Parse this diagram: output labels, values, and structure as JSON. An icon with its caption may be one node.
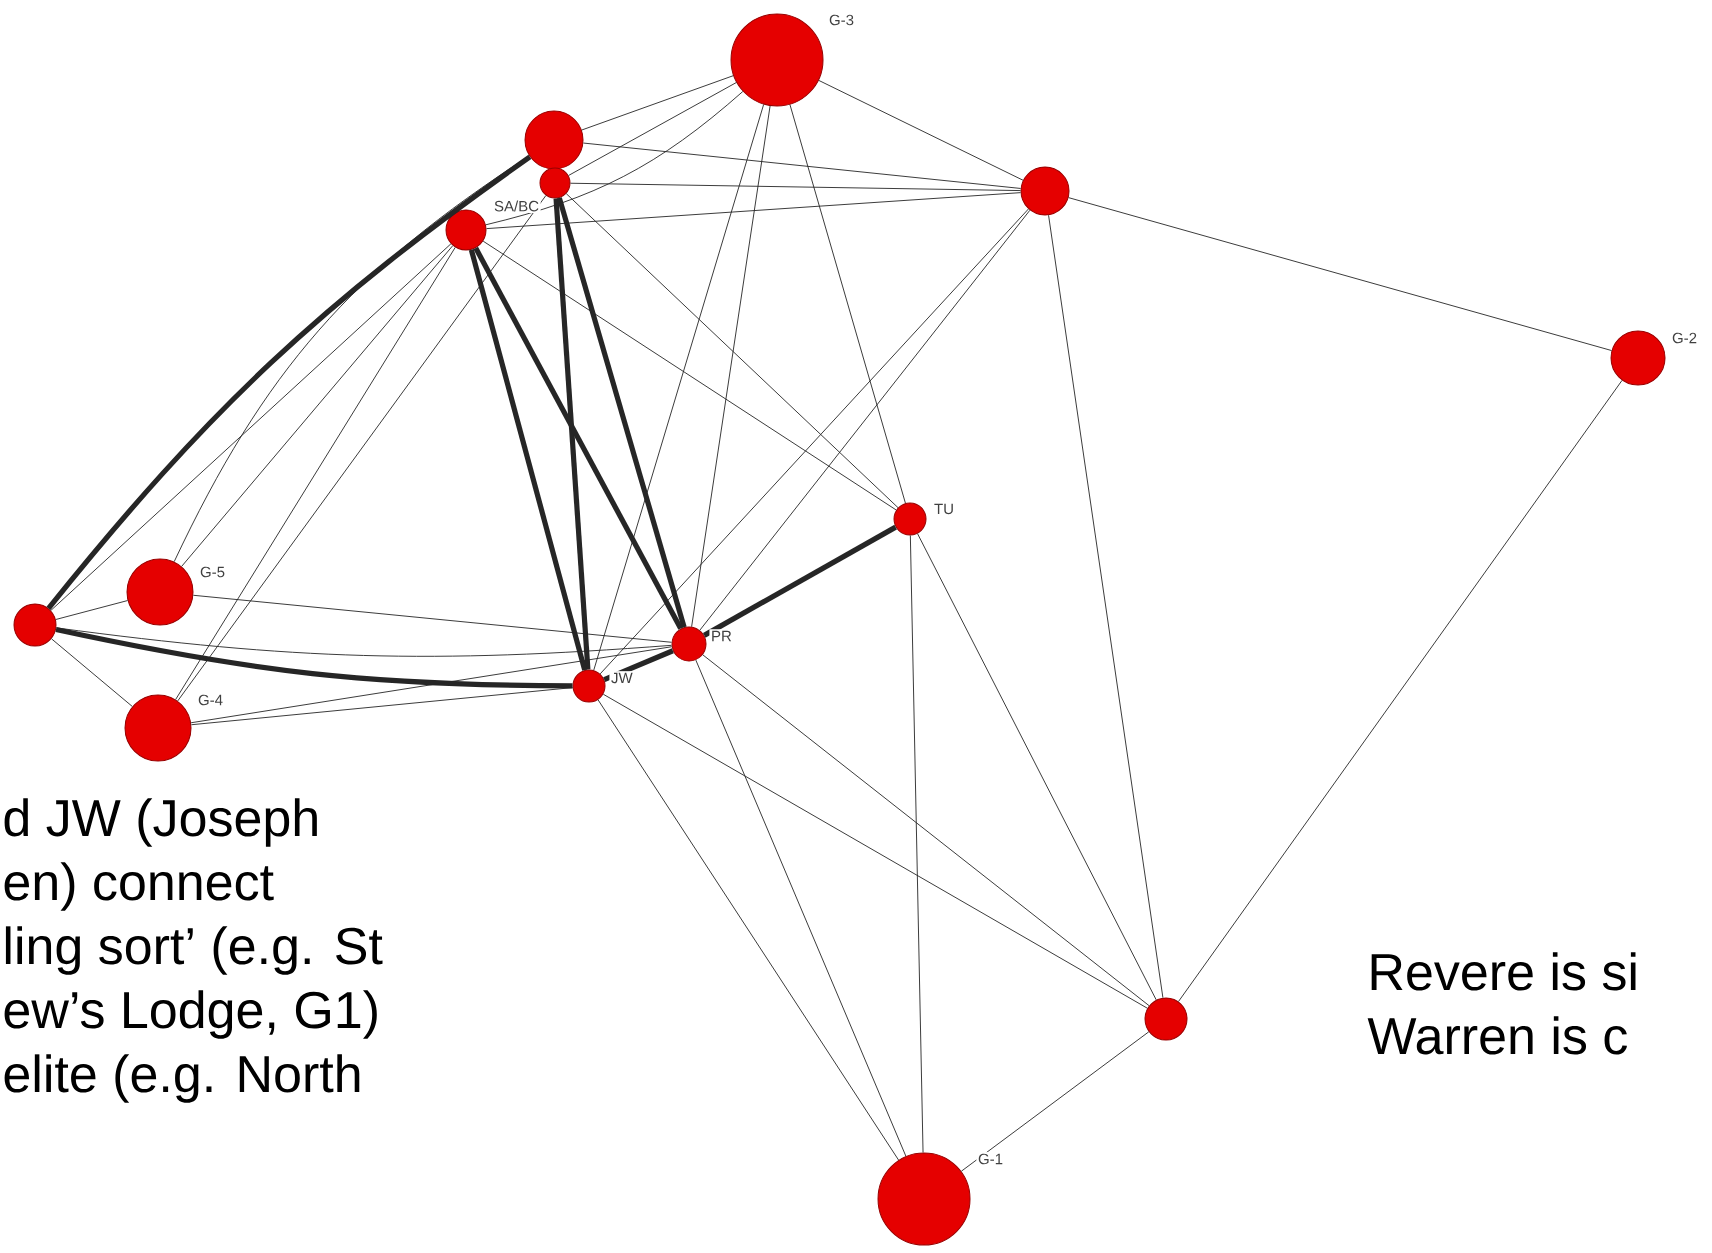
{
  "diagram": {
    "nodes": [
      {
        "text": [],
        "shape": "circle",
        "beside": [
          "G-3"
        ]
      },
      {
        "text": [],
        "shape": "circle"
      },
      {
        "text": [],
        "shape": "circle"
      },
      {
        "text": [],
        "shape": "circle",
        "beside": [
          "SA/BC"
        ]
      },
      {
        "text": [],
        "shape": "circle"
      },
      {
        "text": [],
        "shape": "circle",
        "beside": [
          "G-2"
        ]
      },
      {
        "text": [],
        "shape": "circle",
        "beside": [
          "TU"
        ]
      },
      {
        "text": [],
        "shape": "circle"
      },
      {
        "text": [],
        "shape": "circle",
        "beside": [
          "G-5"
        ]
      },
      {
        "text": [],
        "shape": "circle",
        "beside": [
          "G-4"
        ]
      },
      {
        "text": [],
        "shape": "circle",
        "beside": [
          "PR"
        ]
      },
      {
        "text": [],
        "shape": "circle",
        "beside": [
          "JW"
        ]
      },
      {
        "text": [],
        "shape": "circle"
      },
      {
        "text": [],
        "shape": "circle",
        "beside": [
          "G-1"
        ]
      }
    ],
    "edges": [
      {
        "from": 0,
        "to": 1,
        "arrow": "none"
      },
      {
        "from": 0,
        "to": 2,
        "arrow": "none"
      },
      {
        "from": 0,
        "to": 3,
        "arrow": "none"
      },
      {
        "from": 0,
        "to": 4,
        "arrow": "none"
      },
      {
        "from": 0,
        "to": 11,
        "arrow": "none"
      },
      {
        "from": 0,
        "to": 10,
        "arrow": "none"
      },
      {
        "from": 0,
        "to": 6,
        "arrow": "none"
      },
      {
        "from": 1,
        "to": 4,
        "arrow": "none"
      },
      {
        "from": 7,
        "to": 1,
        "arrow": "none",
        "style": "thick"
      },
      {
        "from": 8,
        "to": 1,
        "arrow": "none"
      },
      {
        "from": 2,
        "to": 4,
        "arrow": "none"
      },
      {
        "from": 2,
        "to": 11,
        "arrow": "none",
        "style": "thick"
      },
      {
        "from": 2,
        "to": 10,
        "arrow": "none",
        "style": "thick"
      },
      {
        "from": 2,
        "to": 6,
        "arrow": "none"
      },
      {
        "from": 9,
        "to": 2,
        "arrow": "none"
      },
      {
        "from": 3,
        "to": 11,
        "arrow": "none",
        "style": "thick"
      },
      {
        "from": 3,
        "to": 10,
        "arrow": "none",
        "style": "thick"
      },
      {
        "from": 3,
        "to": 4,
        "arrow": "none"
      },
      {
        "from": 3,
        "to": 7,
        "arrow": "none"
      },
      {
        "from": 3,
        "to": 8,
        "arrow": "none"
      },
      {
        "from": 3,
        "to": 9,
        "arrow": "none"
      },
      {
        "from": 3,
        "to": 6,
        "arrow": "none"
      },
      {
        "from": 4,
        "to": 5,
        "arrow": "none"
      },
      {
        "from": 4,
        "to": 11,
        "arrow": "none"
      },
      {
        "from": 4,
        "to": 10,
        "arrow": "none"
      },
      {
        "from": 4,
        "to": 12,
        "arrow": "none"
      },
      {
        "from": 5,
        "to": 12,
        "arrow": "none"
      },
      {
        "from": 6,
        "to": 10,
        "arrow": "none",
        "style": "thick"
      },
      {
        "from": 6,
        "to": 12,
        "arrow": "none"
      },
      {
        "from": 6,
        "to": 13,
        "arrow": "none"
      },
      {
        "from": 7,
        "to": 8,
        "arrow": "none"
      },
      {
        "from": 7,
        "to": 9,
        "arrow": "none"
      },
      {
        "from": 7,
        "to": 11,
        "arrow": "none",
        "style": "thick"
      },
      {
        "from": 7,
        "to": 10,
        "arrow": "none"
      },
      {
        "from": 8,
        "to": 10,
        "arrow": "none"
      },
      {
        "from": 9,
        "to": 11,
        "arrow": "none"
      },
      {
        "from": 9,
        "to": 10,
        "arrow": "none"
      },
      {
        "from": 10,
        "to": 11,
        "arrow": "none",
        "style": "thick"
      },
      {
        "from": 10,
        "to": 12,
        "arrow": "none"
      },
      {
        "from": 10,
        "to": 13,
        "arrow": "none"
      },
      {
        "from": 11,
        "to": 13,
        "arrow": "none"
      },
      {
        "from": 11,
        "to": 12,
        "arrow": "none"
      },
      {
        "from": 12,
        "to": 13,
        "arrow": "none"
      }
    ],
    "labels": [
      "d JW (Joseph",
      "en) connect",
      "ling sort’ (e.g. St",
      "ew’s Lodge, G1)",
      "elite (e.g. North",
      "Revere is si",
      "Warren is c"
    ]
  }
}
